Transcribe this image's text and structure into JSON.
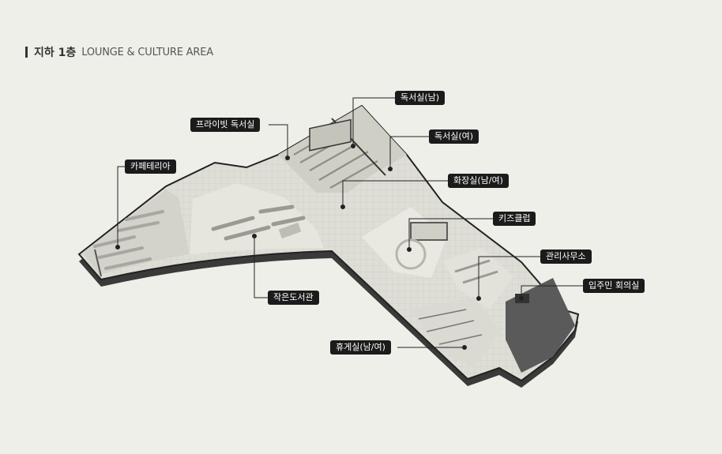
{
  "heading": {
    "floor": "지하 1층",
    "area": "LOUNGE & CULTURE AREA"
  },
  "labels": {
    "reading_men": "독서실(남)",
    "private_reading": "프라이빗 독서실",
    "reading_women": "독서실(여)",
    "cafeteria": "카페테리아",
    "restroom": "화장실(남/여)",
    "kids_club": "키즈클럽",
    "management_office": "관리사무소",
    "residents_meeting": "입주민 회의실",
    "small_library": "작은도서관",
    "lounge": "휴게실(남/여)"
  },
  "colors": {
    "background": "#efefea",
    "label_bg": "#1b1b1b",
    "wall": "#2a2a2a",
    "floor": "#dcdcd4"
  }
}
